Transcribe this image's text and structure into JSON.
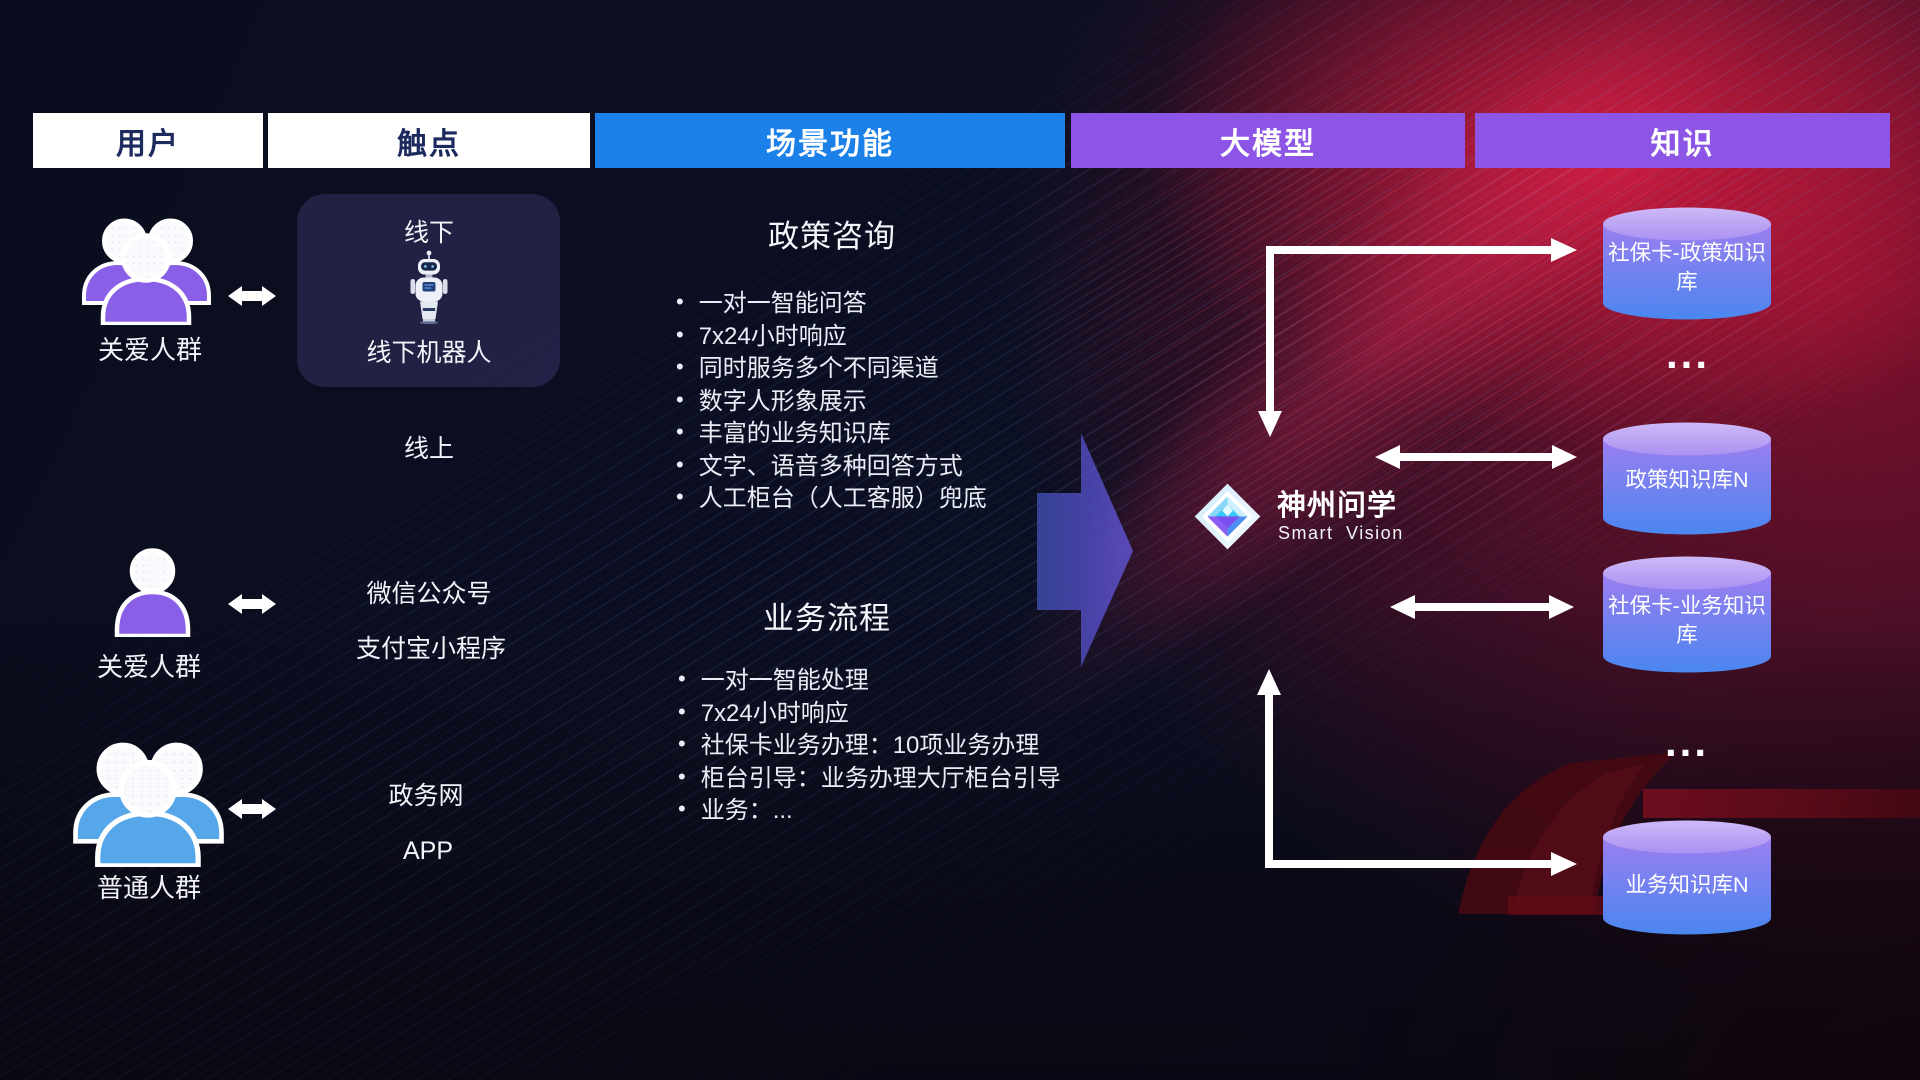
{
  "headers": [
    {
      "label": "用户",
      "variant": "white"
    },
    {
      "label": "触点",
      "variant": "white"
    },
    {
      "label": "场景功能",
      "variant": "blue"
    },
    {
      "label": "大模型",
      "variant": "purple"
    },
    {
      "label": "知识",
      "variant": "purple"
    }
  ],
  "users": {
    "items": [
      {
        "label": "关爱人群",
        "icon": "users-group-purple"
      },
      {
        "label": "关爱人群",
        "icon": "user-single-purple"
      },
      {
        "label": "普通人群",
        "icon": "users-group-blue"
      }
    ]
  },
  "touchpoints": {
    "offline_card": {
      "title": "线下",
      "label": "线下机器人",
      "icon": "robot-icon"
    },
    "online_title": "线上",
    "channels": [
      "微信公众号",
      "支付宝小程序",
      "政务网",
      "APP"
    ]
  },
  "scenes": {
    "policy": {
      "title": "政策咨询",
      "bullets": [
        "一对一智能问答",
        "7x24小时响应",
        "同时服务多个不同渠道",
        "数字人形象展示",
        "丰富的业务知识库",
        "文字、语音多种回答方式",
        "人工柜台（人工客服）兜底"
      ]
    },
    "business": {
      "title": "业务流程",
      "bullets": [
        "一对一智能处理",
        "7x24小时响应",
        "社保卡业务办理：10项业务办理",
        "柜台引导：业务办理大厅柜台引导",
        "业务：..."
      ]
    }
  },
  "model": {
    "brand": "神州问学",
    "tagline": "Smart Vision",
    "icon": "diamond-logo"
  },
  "knowledge": {
    "cylinders": [
      {
        "label": "社保卡-政策知识库"
      },
      {
        "label": "政策知识库N"
      },
      {
        "label": "社保卡-业务知识库"
      },
      {
        "label": "业务知识库N"
      }
    ],
    "ellipsis": "..."
  },
  "colors": {
    "header_blue": "#1b80e8",
    "header_purple": "#8c55e6",
    "user_purple": "#8a5fe8",
    "user_blue": "#56a7e9",
    "cylinder_top": "#c7b2f6",
    "cylinder_body_top": "#9c7ef0",
    "cylinder_body_bottom": "#4a86ef",
    "big_arrow_left": "#2c4390",
    "big_arrow_right": "#5e4fc6",
    "background_navy": "#0b0e20",
    "background_red": "#8c1232",
    "connector_white": "#ffffff"
  }
}
